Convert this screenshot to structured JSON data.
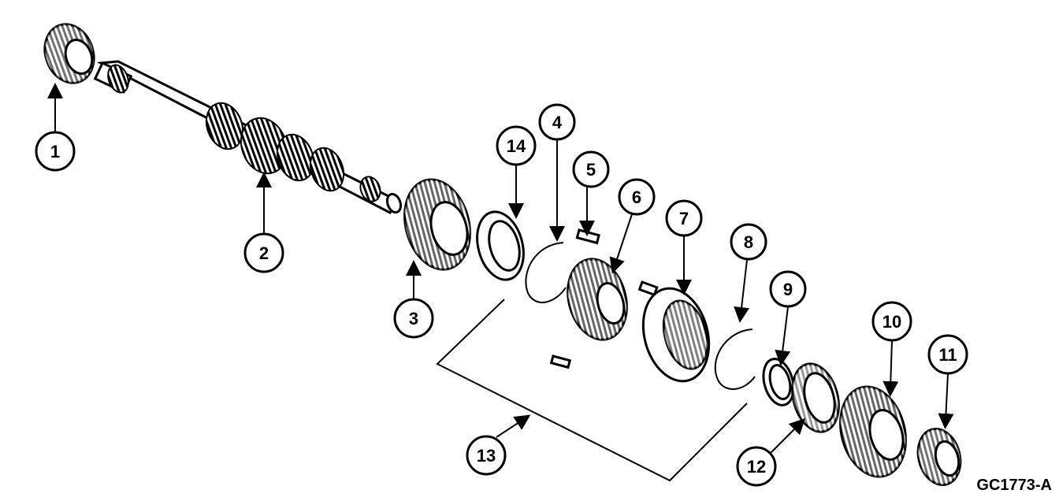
{
  "diagram": {
    "callouts": [
      {
        "id": "1",
        "label": "1"
      },
      {
        "id": "2",
        "label": "2"
      },
      {
        "id": "3",
        "label": "3"
      },
      {
        "id": "4",
        "label": "4"
      },
      {
        "id": "5",
        "label": "5"
      },
      {
        "id": "6",
        "label": "6"
      },
      {
        "id": "7",
        "label": "7"
      },
      {
        "id": "8",
        "label": "8"
      },
      {
        "id": "9",
        "label": "9"
      },
      {
        "id": "10",
        "label": "10"
      },
      {
        "id": "11",
        "label": "11"
      },
      {
        "id": "12",
        "label": "12"
      },
      {
        "id": "13",
        "label": "13"
      },
      {
        "id": "14",
        "label": "14"
      }
    ],
    "figure_code": "GC1773-A"
  }
}
